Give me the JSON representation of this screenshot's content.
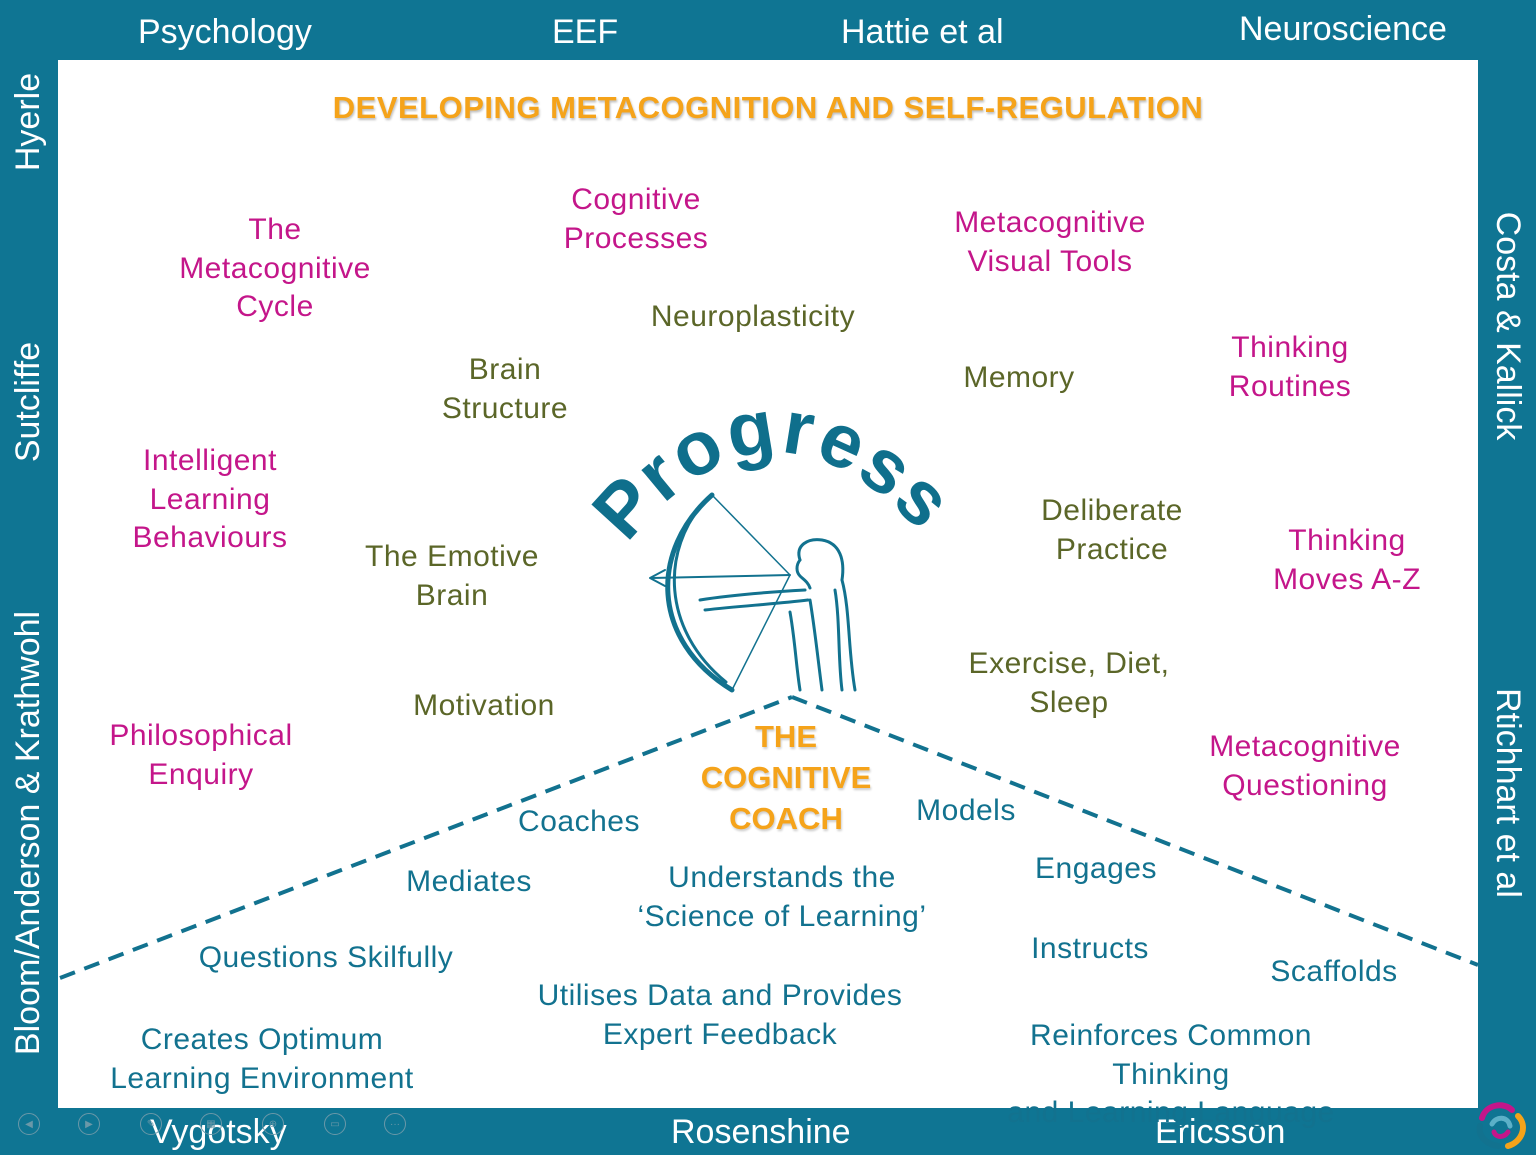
{
  "frame": {
    "top": [
      "Psychology",
      "EEF",
      "Hattie et al",
      "Neuroscience"
    ],
    "left": [
      "Hyerle",
      "Sutcliffe",
      "Bloom/Anderson & Krathwohl"
    ],
    "right": [
      "Costa & Kallick",
      "Rtichhart et al"
    ],
    "bottom": [
      "Vygotsky",
      "Rosenshine",
      "Ericsson"
    ]
  },
  "title": "DEVELOPING METACOGNITION AND SELF-REGULATION",
  "arc_word": "Progress",
  "magenta_terms": [
    "The\nMetacognitive\nCycle",
    "Cognitive\nProcesses",
    "Metacognitive\nVisual Tools",
    "Thinking\nRoutines",
    "Intelligent\nLearning\nBehaviours",
    "Thinking\nMoves A-Z",
    "Philosophical\nEnquiry",
    "Metacognitive\nQuestioning"
  ],
  "olive_terms": [
    "Neuroplasticity",
    "Brain\nStructure",
    "Memory",
    "Deliberate\nPractice",
    "The Emotive\nBrain",
    "Exercise, Diet,\nSleep",
    "Motivation"
  ],
  "coach_title": "THE\nCOGNITIVE\nCOACH",
  "coach_actions": [
    "Coaches",
    "Models",
    "Mediates",
    "Understands the\n‘Science of Learning’",
    "Engages",
    "Questions Skilfully",
    "Instructs",
    "Scaffolds",
    "Utilises Data and Provides\nExpert Feedback",
    "Creates Optimum\nLearning Environment",
    "Reinforces Common Thinking\nand Learning Language"
  ],
  "colors": {
    "frame": "#0f7593",
    "title": "#f5a31a",
    "magenta": "#c4168a",
    "olive": "#5b6628",
    "teal": "#12728f"
  }
}
